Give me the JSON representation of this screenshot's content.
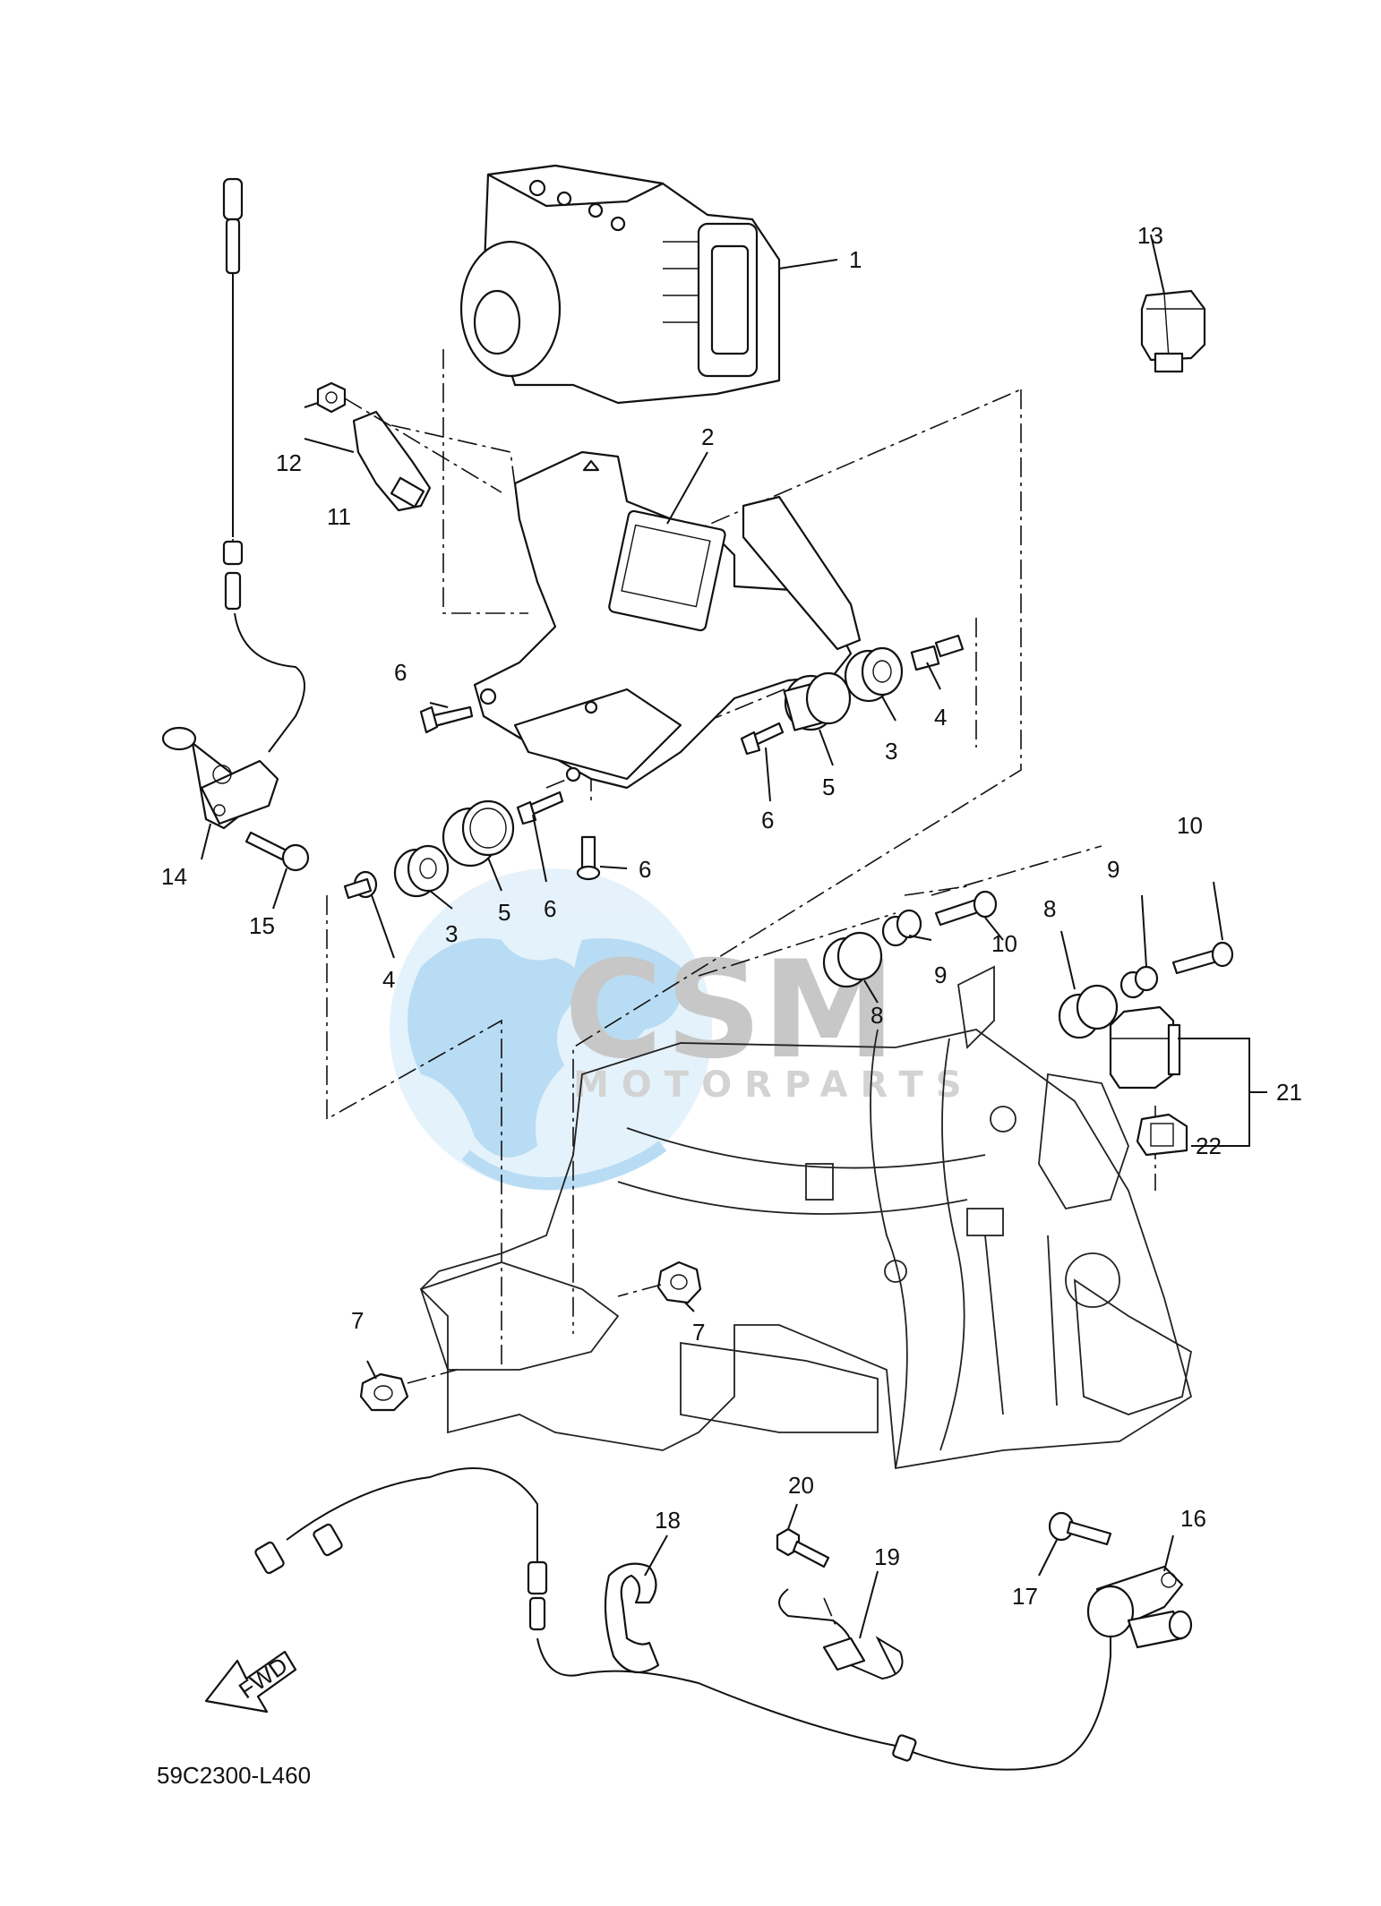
{
  "diagram": {
    "code": "59C2300-L460",
    "fwd_label": "FWD",
    "watermark": {
      "main": "CSM",
      "sub": "MOTORPARTS"
    },
    "callouts": {
      "c1": "1",
      "c2": "2",
      "c3a": "3",
      "c3b": "3",
      "c4a": "4",
      "c4b": "4",
      "c5a": "5",
      "c5b": "5",
      "c6a": "6",
      "c6b": "6",
      "c6c": "6",
      "c6d": "6",
      "c7a": "7",
      "c7b": "7",
      "c8a": "8",
      "c8b": "8",
      "c9a": "9",
      "c9b": "9",
      "c10a": "10",
      "c10b": "10",
      "c11": "11",
      "c12": "12",
      "c13": "13",
      "c14": "14",
      "c15": "15",
      "c16": "16",
      "c17": "17",
      "c18": "18",
      "c19": "19",
      "c20": "20",
      "c21": "21",
      "c22": "22"
    }
  },
  "colors": {
    "line": "#111111",
    "watermark_blue": "#7fc0ea",
    "watermark_gray": "#9a9a9a"
  }
}
